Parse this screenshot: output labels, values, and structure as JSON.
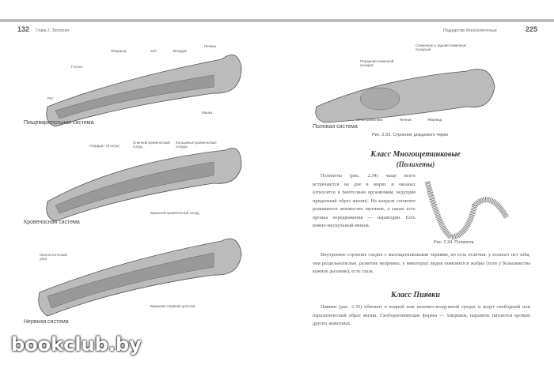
{
  "left_page": {
    "number": "132",
    "header": "Глава 2. Зоология",
    "figures": [
      {
        "caption": "Пищеварительная система",
        "labels": [
          "Рот",
          "Глотка",
          "Пищевод",
          "Зоб",
          "Желудок",
          "Печень",
          "Кишка"
        ]
      },
      {
        "caption": "Кровеносная система",
        "labels": [
          "«Сердца» (5 штук)",
          "Спинной кровеносный сосуд",
          "Кольцевые кровеносные сосуды",
          "Брюшной кровеносный сосуд"
        ]
      },
      {
        "caption": "Нервная система",
        "labels": [
          "Окологлоточный узел",
          "Брюшная нервная цепочка"
        ]
      }
    ]
  },
  "right_page": {
    "number": "225",
    "header": "Подцарство Многоклеточные",
    "figure_top": {
      "caption": "Половая система",
      "labels": [
        "Семенные и задний семенные пузырьки",
        "Передний семенной пузырек",
        "Семяприемники",
        "Яичник",
        "Яйцевод"
      ],
      "fig_caption": "Рис. 2.33. Строение дождевого червя"
    },
    "section1": {
      "title": "Класс Многощетинковые",
      "subtitle": "(Полихеты)",
      "p1": "Полихеты (рис. 2.34) чаще всего встречаются на дне в морях и океанах (относятся к бентосным организмам, ведущим придонный образ жизни). На каждом сегменте развивается множество щетинок, а также есть органы передвижения — параподии. Есть кожно-мускульный мешок.",
      "p2": "Внутреннее строение сходно с малощетинковыми червями, но есть отличия: у полихет нет зоба, они раздельнополые, развитие непрямое, у некоторых видов появляются жабры (хотя у большинства кожное дыхание), есть глаза.",
      "fig_caption": "Рис. 2.34. Полихета"
    },
    "section2": {
      "title": "Класс Пиявки",
      "p1": "Пиявки (рис. 2.35) обитают в водной или наземно-воздушной средах и ведут свободный или паразитический образ жизни. Свободноживущие формы — хищники, паразиты питаются кровью других животных."
    }
  },
  "watermark": "bookclub.by"
}
